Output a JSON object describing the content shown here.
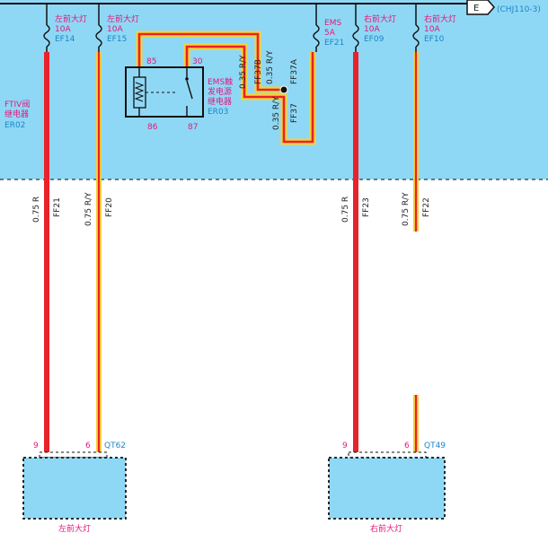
{
  "connector_ref": {
    "letter": "E",
    "ref": "(CHJ110-3)"
  },
  "fuses": [
    {
      "id": "ef14",
      "name": "左前大灯",
      "rating": "10A",
      "code": "EF14"
    },
    {
      "id": "ef15",
      "name": "左前大灯",
      "rating": "10A",
      "code": "EF15"
    },
    {
      "id": "ef21",
      "name": "EMS",
      "rating": "5A",
      "code": "EF21"
    },
    {
      "id": "ef09",
      "name": "右前大灯",
      "rating": "10A",
      "code": "EF09"
    },
    {
      "id": "ef10",
      "name": "右前大灯",
      "rating": "10A",
      "code": "EF10"
    }
  ],
  "relays": {
    "ems": {
      "line1": "EMS触",
      "line2": "发电源",
      "line3": "继电器",
      "code": "ER03",
      "pins": [
        "85",
        "30",
        "86",
        "87"
      ]
    },
    "ftiv": {
      "line1": "FTIV阀",
      "line2": "继电器",
      "code": "ER02"
    }
  },
  "wire_labels": {
    "ff37b": {
      "spec": "0.35 R/Y",
      "code": "FF37B"
    },
    "ff37a": {
      "spec": "0.35 R/Y",
      "code": "FF37A"
    },
    "ff37": {
      "spec": "0.35 R/Y",
      "code": "FF37"
    },
    "ff21": {
      "spec": "0.75 R",
      "code": "FF21"
    },
    "ff20": {
      "spec": "0.75 R/Y",
      "code": "FF20"
    },
    "ff23": {
      "spec": "0.75 R",
      "code": "FF23"
    },
    "ff22": {
      "spec": "0.75 R/Y",
      "code": "FF22"
    }
  },
  "connectors": [
    {
      "id": "qt62",
      "code": "QT62",
      "pins": [
        "9",
        "6"
      ],
      "label": "左前大灯"
    },
    {
      "id": "qt49",
      "code": "QT49",
      "pins": [
        "9",
        "6"
      ],
      "label": "右前大灯"
    }
  ],
  "colors": {
    "fuse_box_bg": "#8fd8f5",
    "wire_red": "#e8222a",
    "wire_yellow": "#f4d23a",
    "text_pink": "#e0197d",
    "text_blue": "#1a86c8"
  }
}
